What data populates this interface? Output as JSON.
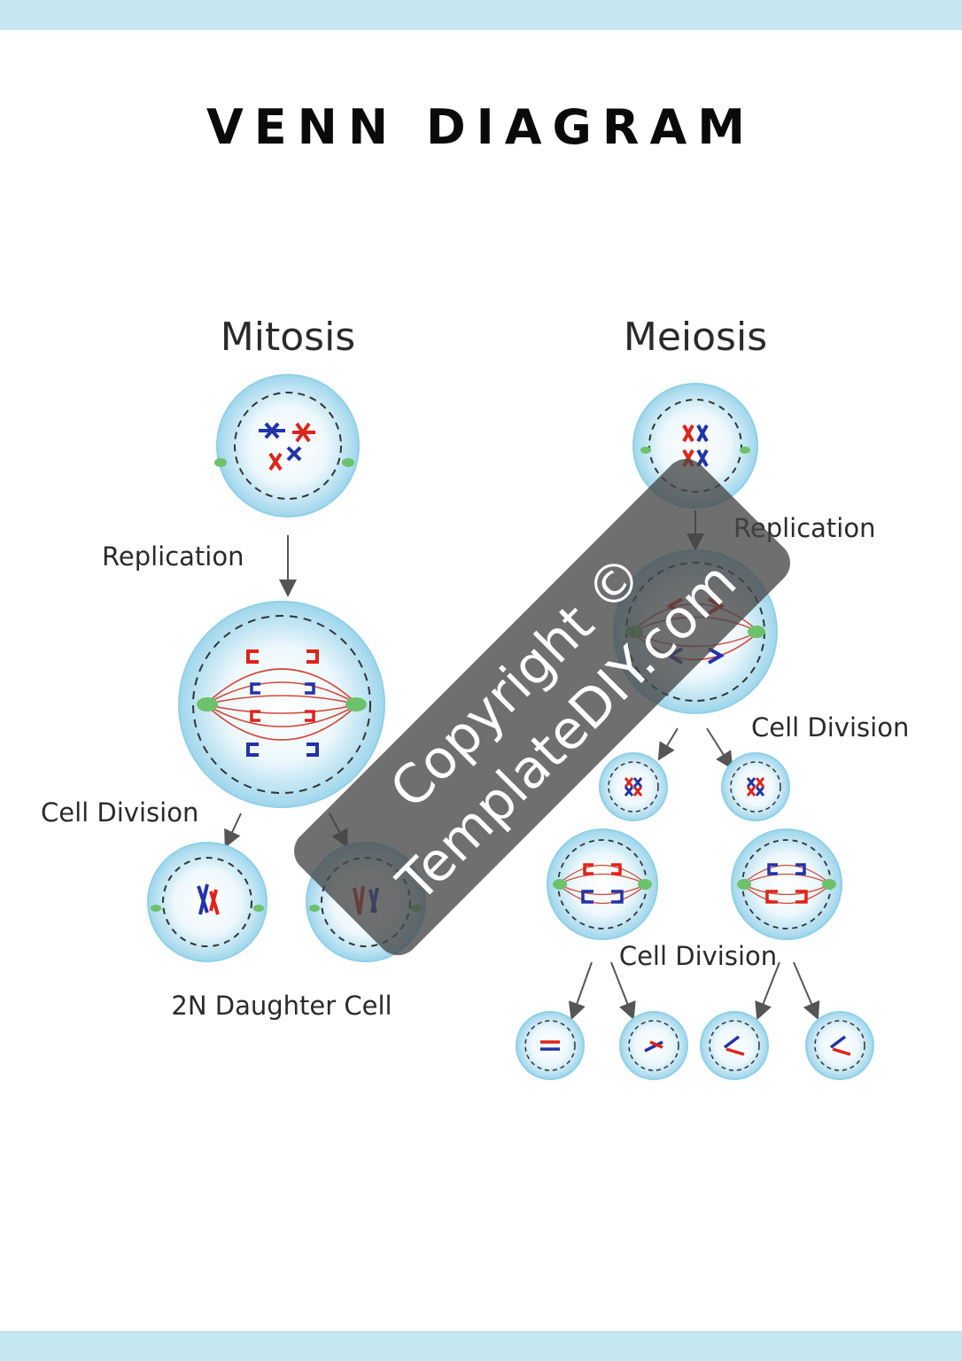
{
  "title": "VENN DIAGRAM",
  "mitosis": {
    "heading": "Mitosis",
    "replication_label": "Replication",
    "division_label": "Cell Division",
    "result_label": "2N Daughter Cell"
  },
  "meiosis": {
    "heading": "Meiosis",
    "replication_label": "Replication",
    "division_label_1": "Cell Division",
    "division_label_2": "Cell Division"
  },
  "watermark": {
    "line1": "Copyright ©",
    "line2": "TemplateDIY.com"
  },
  "colors": {
    "band": "#c5e8f0",
    "cell_fill": "#cdebf5",
    "cell_edge": "#8fd0e8",
    "chromosome_red": "#e0231a",
    "chromosome_blue": "#2233aa",
    "spindle": "#d24a3a",
    "centriole": "#6cc26a"
  }
}
